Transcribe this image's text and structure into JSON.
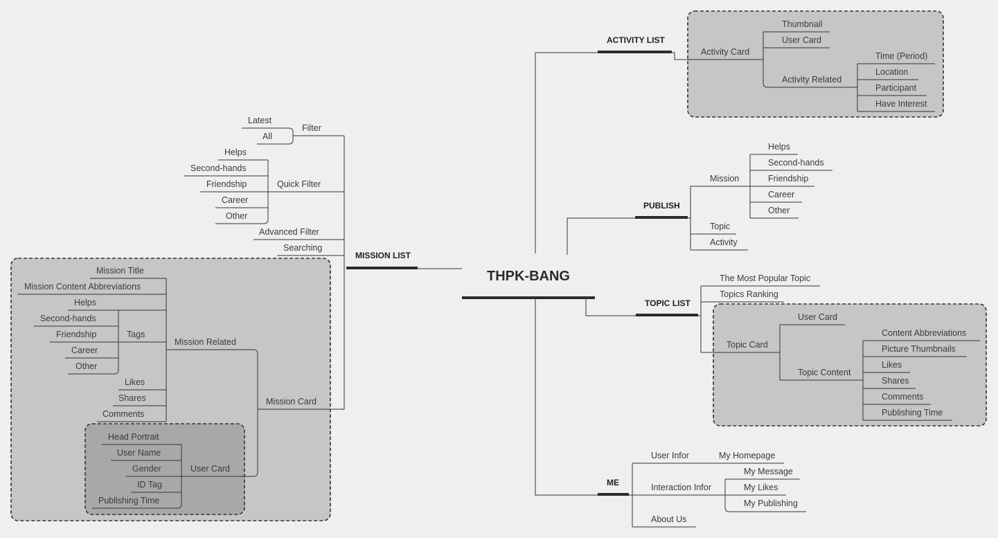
{
  "root": "THPK-BANG",
  "mission_list": {
    "title": "MISSION LIST",
    "filter": {
      "label": "Filter",
      "latest": "Latest",
      "all": "All"
    },
    "quick_filter": {
      "label": "Quick Filter",
      "items": [
        "Helps",
        "Second-hands",
        "Friendship",
        "Career",
        "Other"
      ]
    },
    "advanced_filter": "Advanced Filter",
    "searching": "Searching",
    "mission_card": {
      "label": "Mission Card",
      "mission_related": {
        "label": "Mission Related",
        "mission_title": "Mission Title",
        "content_abbr": "Mission Content Abbreviations",
        "tags": {
          "label": "Tags",
          "items": [
            "Helps",
            "Second-hands",
            "Friendship",
            "Career",
            "Other"
          ]
        },
        "likes": "Likes",
        "shares": "Shares",
        "comments": "Comments"
      },
      "user_card": {
        "label": "User Card",
        "items": [
          "Head Portrait",
          "User Name",
          "Gender",
          "ID Tag",
          "Publishing Time"
        ]
      }
    }
  },
  "activity_list": {
    "title": "ACTIVITY LIST",
    "activity_card": {
      "label": "Activity Card",
      "thumbnail": "Thumbnail",
      "user_card": "User Card",
      "activity_related": {
        "label": "Activity Related",
        "items": [
          "Time (Period)",
          "Location",
          "Participant",
          "Have Interest"
        ]
      }
    }
  },
  "publish": {
    "title": "PUBLISH",
    "mission": {
      "label": "Mission",
      "items": [
        "Helps",
        "Second-hands",
        "Friendship",
        "Career",
        "Other"
      ]
    },
    "topic": "Topic",
    "activity": "Activity"
  },
  "topic_list": {
    "title": "TOPIC LIST",
    "most_popular": "The Most Popular Topic",
    "ranking": "Topics Ranking",
    "topic_card": {
      "label": "Topic Card",
      "user_card": "User Card",
      "topic_content": {
        "label": "Topic Content",
        "items": [
          "Content Abbreviations",
          "Picture Thumbnails",
          "Likes",
          "Shares",
          "Comments",
          "Publishing Time"
        ]
      }
    }
  },
  "me": {
    "title": "ME",
    "user_infor": {
      "label": "User Infor",
      "homepage": "My Homepage"
    },
    "interaction_infor": {
      "label": "Interaction Infor",
      "items": [
        "My Message",
        "My Likes",
        "My Publishing"
      ]
    },
    "about_us": "About Us"
  }
}
